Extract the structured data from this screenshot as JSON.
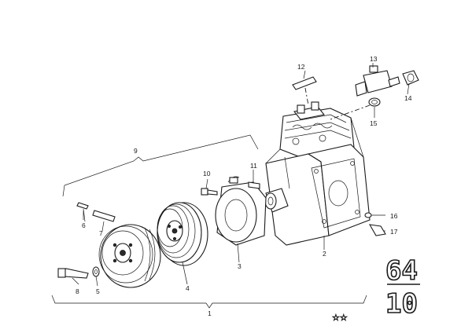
{
  "callouts": {
    "c1": "1",
    "c2": "2",
    "c3": "3",
    "c4": "4",
    "c5": "5",
    "c6": "6",
    "c7": "7",
    "c8": "8",
    "c9": "9",
    "c10": "10",
    "c11": "11",
    "c12": "12",
    "c13": "13",
    "c14": "14",
    "c15": "15",
    "c16": "16",
    "c17": "17"
  },
  "group_code": {
    "top": "64",
    "bottom": "10"
  },
  "stars": "☆☆",
  "icons": {
    "compressor": "ac-compressor-icon",
    "pulley": "pulley-icon",
    "clutch_disc": "clutch-hub-icon",
    "coil": "magnetic-coil-icon"
  }
}
